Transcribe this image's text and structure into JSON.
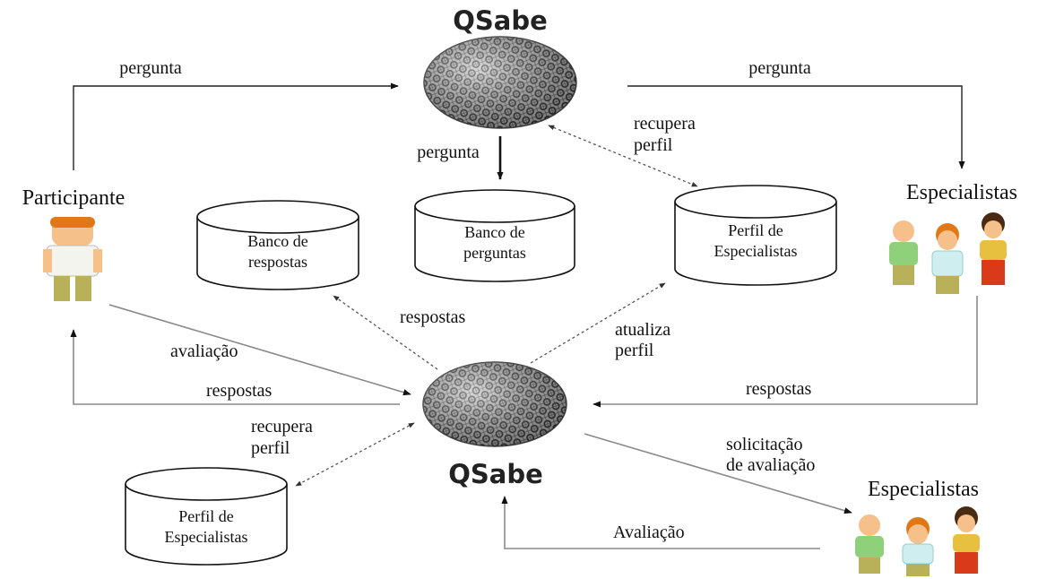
{
  "brand_top": "QSabe",
  "brand_bottom": "QSabe",
  "actors": {
    "participante": "Participante",
    "especialistas_top": "Especialistas",
    "especialistas_bottom": "Especialistas"
  },
  "databases": {
    "respostas": [
      "Banco de",
      "respostas"
    ],
    "perguntas": [
      "Banco de",
      "perguntas"
    ],
    "perfil_top": [
      "Perfil de",
      "Especialistas"
    ],
    "perfil_bottom": [
      "Perfil de",
      "Especialistas"
    ]
  },
  "labels": {
    "pergunta_left": "pergunta",
    "pergunta_right": "pergunta",
    "pergunta_center": "pergunta",
    "recupera_perfil_top": [
      "recupera",
      "perfil"
    ],
    "respostas_center": "respostas",
    "atualiza_perfil": [
      "atualiza",
      "perfil"
    ],
    "avaliacao": "avaliação",
    "respostas_left": "respostas",
    "respostas_right": "respostas",
    "recupera_perfil_bottom": [
      "recupera",
      "perfil"
    ],
    "solicitacao": [
      "solicitação",
      "de avaliação"
    ],
    "avaliacao_bottom": "Avaliação"
  },
  "colors": {
    "skin": "#f5c08a",
    "hair_orange": "#e07818",
    "shirt_light": "#f4f4ee",
    "pants_olive": "#b9b05a",
    "shirt_green": "#8fd07a",
    "shirt_cyan": "#cfeef0",
    "dress_red": "#d83a1a",
    "hair_dark": "#4a2a10"
  }
}
